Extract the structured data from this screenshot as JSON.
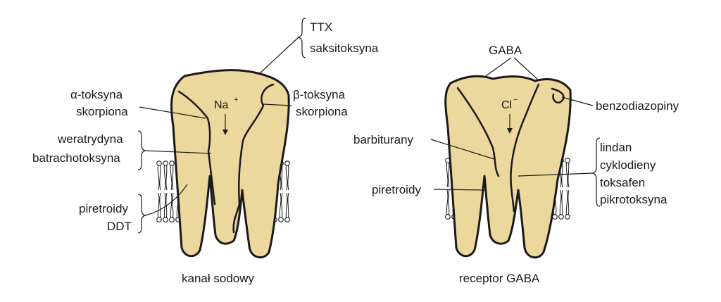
{
  "sodium_channel": {
    "caption": "kanał sodowy",
    "ion": "Na",
    "ion_charge": "+",
    "labels": {
      "ttx": "TTX",
      "saxitoxin": "saksitoksyna",
      "alpha_toxin_1": "α-toksyna",
      "alpha_toxin_2": "skorpiona",
      "beta_toxin_1": "β-toksyna",
      "beta_toxin_2": "skorpiona",
      "veratridine": "weratrydyna",
      "batrachotoxin": "batrachotoksyna",
      "pyrethroids": "piretroidy",
      "ddt": "DDT"
    }
  },
  "gaba_receptor": {
    "caption": "receptor GABA",
    "ion": "Cl",
    "ion_charge": "−",
    "labels": {
      "gaba": "GABA",
      "benzodiazepines": "benzodiazopiny",
      "barbiturates": "barbiturany",
      "pyrethroids": "piretroidy",
      "lindane": "lindan",
      "cyclodienes": "cyklodieny",
      "toxaphene": "toksafen",
      "picrotoxin": "pikrotoksyna"
    }
  },
  "colors": {
    "protein_fill": "#ecd79d",
    "outline": "#1a1a1a"
  }
}
